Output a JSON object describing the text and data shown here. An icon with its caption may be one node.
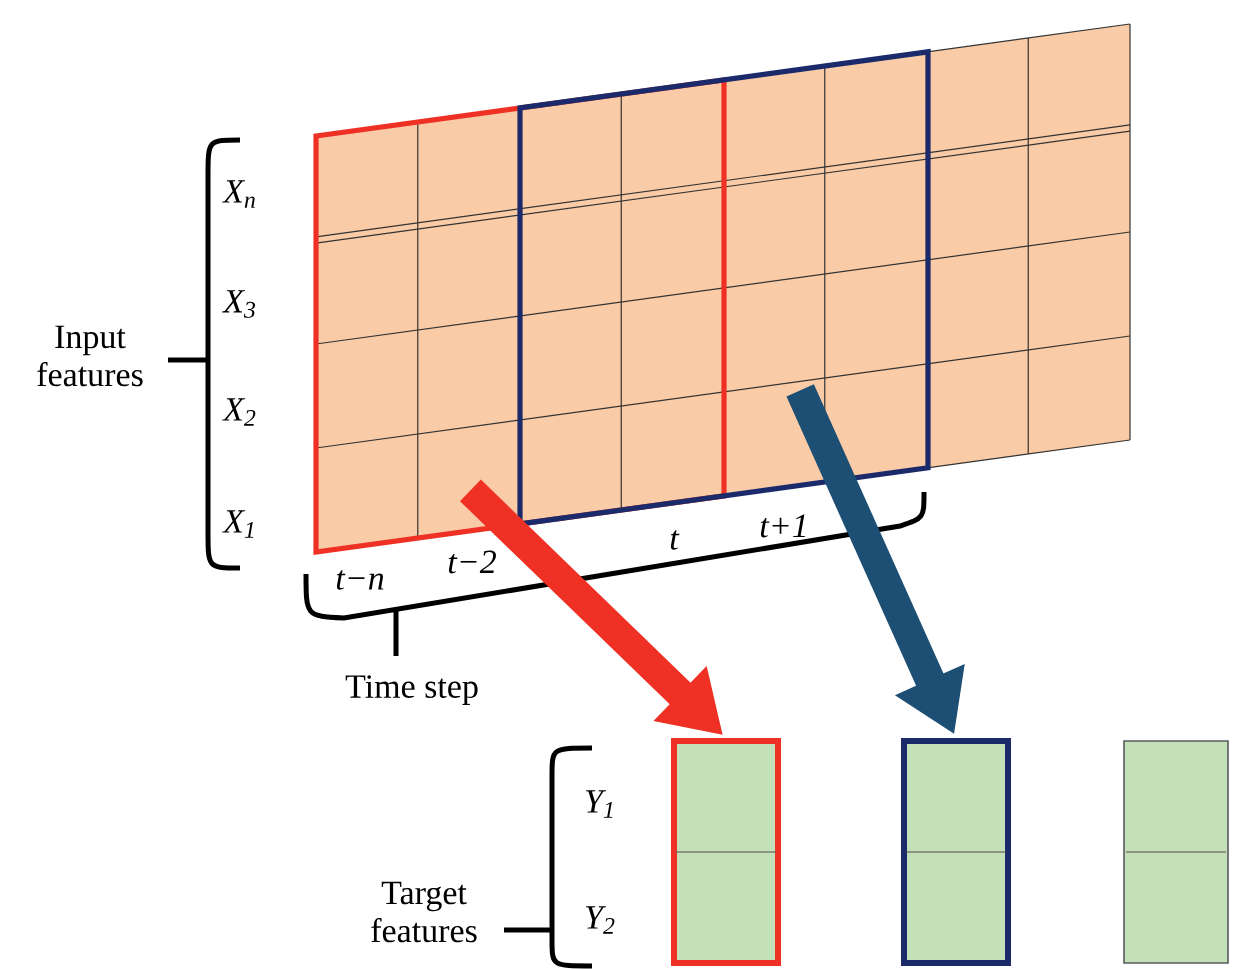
{
  "diagram": {
    "nodes": [
      {
        "text": [],
        "shape": "box"
      },
      {
        "text": [],
        "shape": "box"
      },
      {
        "text": [],
        "shape": "box"
      },
      {
        "text": [],
        "shape": "box"
      },
      {
        "text": [],
        "shape": "box"
      }
    ],
    "edges": [
      {
        "from": 0,
        "to": 2,
        "arrow": "to",
        "color": "#ee3124"
      },
      {
        "from": 1,
        "to": 3,
        "arrow": "to",
        "color": "#1d4e74"
      }
    ],
    "labels": [
      "X$_{n}$",
      "X$_{3}$",
      "Input features",
      "X$_{2}$",
      "X$_{1}$",
      "t−n",
      "t−2",
      "t",
      "t+1",
      "Time step",
      "Y$_{1}$",
      "Y$_{2}$",
      "Target features"
    ]
  }
}
